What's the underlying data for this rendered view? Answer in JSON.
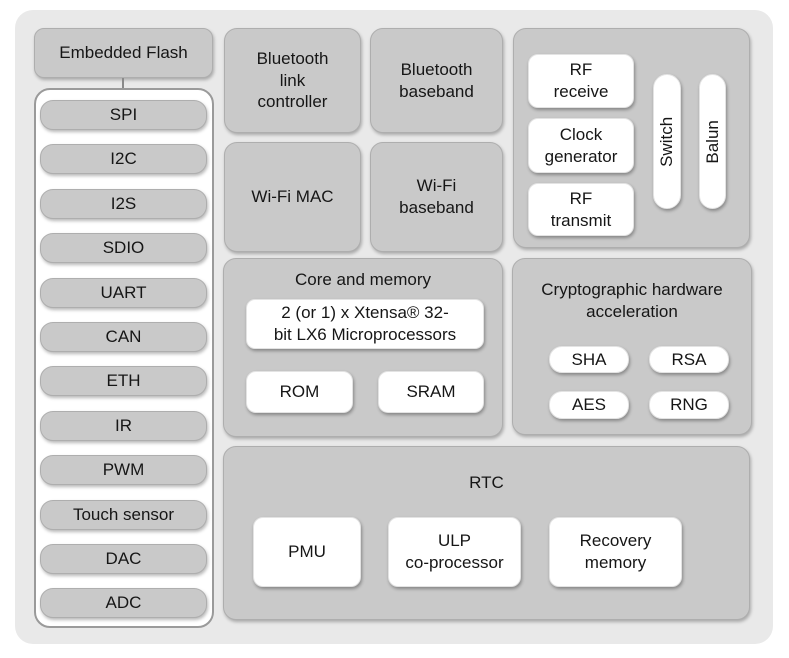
{
  "left_panel": {
    "flash_label": "Embedded Flash",
    "pills": [
      "SPI",
      "I2C",
      "I2S",
      "SDIO",
      "UART",
      "CAN",
      "ETH",
      "IR",
      "PWM",
      "Touch sensor",
      "DAC",
      "ADC"
    ]
  },
  "radio": {
    "bluetooth_link_controller": "Bluetooth\nlink\ncontroller",
    "bluetooth_baseband": "Bluetooth\nbaseband",
    "wifi_mac": "Wi-Fi MAC",
    "wifi_baseband": "Wi-Fi\nbaseband"
  },
  "rf": {
    "receive": "RF\nreceive",
    "clock_generator": "Clock\ngenerator",
    "transmit": "RF\ntransmit",
    "switch": "Switch",
    "balun": "Balun"
  },
  "core": {
    "title": "Core and memory",
    "cpu": "2 (or 1) x Xtensa® 32-\nbit LX6 Microprocessors",
    "rom": "ROM",
    "sram": "SRAM"
  },
  "crypto": {
    "title": "Cryptographic hardware\nacceleration",
    "items": [
      "SHA",
      "RSA",
      "AES",
      "RNG"
    ]
  },
  "rtc": {
    "title": "RTC",
    "pmu": "PMU",
    "ulp": "ULP\nco-processor",
    "recovery": "Recovery\nmemory"
  },
  "colors": {
    "block_gray": "#c9c9c9",
    "chip_background": "#e9e9e9",
    "box_white": "#ffffff",
    "text": "#161616",
    "connector_line": "#8a8a8a"
  }
}
